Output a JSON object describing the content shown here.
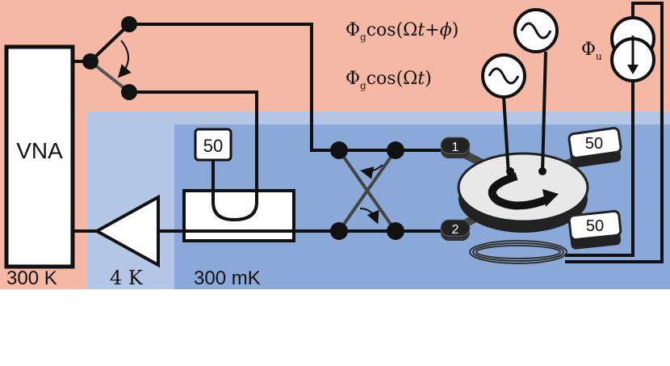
{
  "zones": {
    "room": {
      "label": "300 K",
      "color": "#f4b8a4"
    },
    "kelvin4": {
      "label": "4 K",
      "color": "#b4c6e6"
    },
    "millikelvin": {
      "label": "300 mK",
      "color": "#8ba9d8"
    }
  },
  "instrument": {
    "label": "VNA"
  },
  "termination": {
    "label": "50"
  },
  "ports": {
    "port1": "1",
    "port2": "2"
  },
  "loads": {
    "top": "50",
    "bottom": "50"
  },
  "drives": {
    "gyrator": "Φgcos(Ωt+ϕ)",
    "gyrator_sub": "g",
    "base": "Φgcos(Ωt)",
    "base_sub": "g",
    "bias": "Φu",
    "bias_sub": "u"
  },
  "icons": [
    "ac-source-icon",
    "current-source-icon",
    "circulator-arrow-icon",
    "amplifier-icon",
    "coil-icon"
  ]
}
